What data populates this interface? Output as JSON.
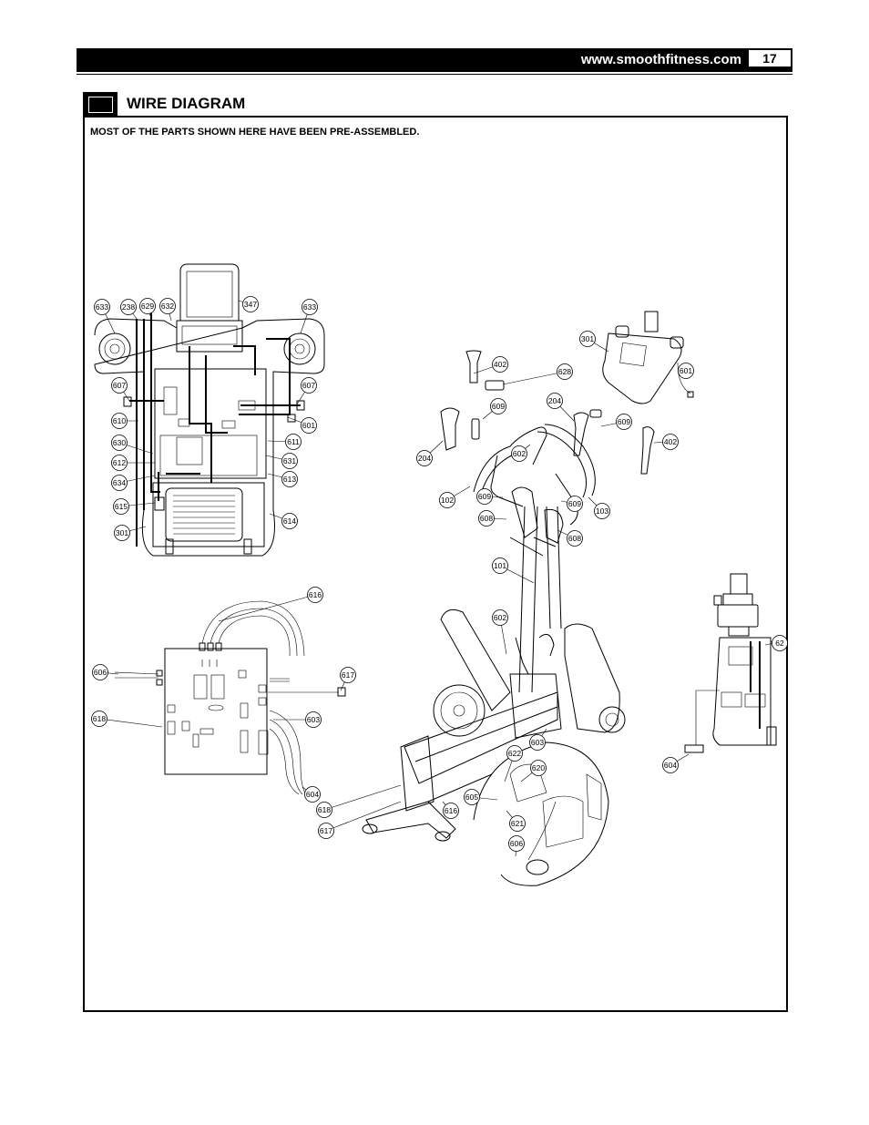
{
  "header": {
    "url": "www.smoothfitness.com",
    "page_number": "17"
  },
  "section": {
    "title": "WIRE DIAGRAM",
    "note": "MOST OF THE PARTS SHOWN HERE HAVE BEEN PRE-ASSEMBLED."
  },
  "callouts": {
    "console_back": [
      "633",
      "238",
      "629",
      "632",
      "347",
      "633",
      "607",
      "610",
      "630",
      "612",
      "634",
      "615",
      "301",
      "607",
      "601",
      "611",
      "631",
      "613",
      "614"
    ],
    "bike": [
      "301",
      "601",
      "402",
      "628",
      "609",
      "204",
      "609",
      "402",
      "204",
      "602",
      "102",
      "609",
      "609",
      "103",
      "608",
      "608",
      "101",
      "602",
      "603",
      "622",
      "620",
      "605",
      "621",
      "606",
      "616",
      "618",
      "617"
    ],
    "board": [
      "616",
      "606",
      "617",
      "618",
      "603",
      "604"
    ],
    "motor": [
      "62",
      "604"
    ]
  }
}
